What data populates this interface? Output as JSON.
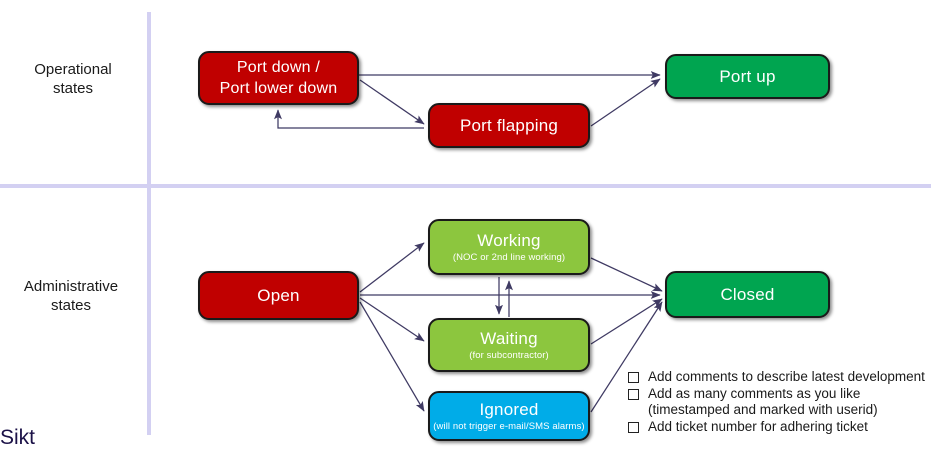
{
  "lanes": {
    "operational": {
      "label": "Operational\nstates",
      "line1": "Operational",
      "line2": "states"
    },
    "administrative": {
      "label": "Administrative\nstates",
      "line1": "Administrative",
      "line2": "states"
    }
  },
  "operational_states": {
    "port_down": {
      "line1": "Port down /",
      "line2": "Port lower down",
      "color": "#c00000"
    },
    "port_flapping": {
      "title": "Port flapping",
      "color": "#c00000"
    },
    "port_up": {
      "title": "Port up",
      "color": "#00a550"
    }
  },
  "administrative_states": {
    "open": {
      "title": "Open",
      "color": "#c00000"
    },
    "working": {
      "title": "Working",
      "subtitle": "(NOC or 2nd line working)",
      "color": "#8cc63e"
    },
    "waiting": {
      "title": "Waiting",
      "subtitle": "(for subcontractor)",
      "color": "#8cc63e"
    },
    "ignored": {
      "title": "Ignored",
      "subtitle": "(will not trigger e-mail/SMS alarms)",
      "color": "#00ace8"
    },
    "closed": {
      "title": "Closed",
      "color": "#00a550"
    }
  },
  "checklist": {
    "items": [
      {
        "lines": [
          "Add comments to describe latest development"
        ]
      },
      {
        "lines": [
          "Add as many comments as you like",
          "(timestamped and marked with userid)"
        ]
      },
      {
        "lines": [
          "Add ticket number for adhering ticket"
        ]
      }
    ],
    "item_0_line_0": "Add comments to describe latest development",
    "item_1_line_0": "Add as many comments as you like",
    "item_1_line_1": "(timestamped and marked with userid)",
    "item_2_line_0": "Add ticket number for adhering ticket"
  },
  "logo": {
    "text": "Sikt",
    "color": "#1b1147"
  },
  "colors": {
    "divider": "#d3d0f2",
    "arrow": "#3f3a63",
    "box_border": "#1a1a1a",
    "text_on_box": "#ffffff"
  },
  "transitions": [
    {
      "from": "Port down / Port lower down",
      "to": "Port up"
    },
    {
      "from": "Port down / Port lower down",
      "to": "Port flapping"
    },
    {
      "from": "Port flapping",
      "to": "Port down / Port lower down"
    },
    {
      "from": "Port flapping",
      "to": "Port up"
    },
    {
      "from": "Open",
      "to": "Working"
    },
    {
      "from": "Open",
      "to": "Waiting"
    },
    {
      "from": "Open",
      "to": "Ignored"
    },
    {
      "from": "Open",
      "to": "Closed"
    },
    {
      "from": "Working",
      "to": "Closed"
    },
    {
      "from": "Waiting",
      "to": "Closed"
    },
    {
      "from": "Ignored",
      "to": "Closed"
    },
    {
      "from": "Waiting",
      "to": "Working"
    },
    {
      "from": "Working",
      "to": "Waiting"
    }
  ]
}
